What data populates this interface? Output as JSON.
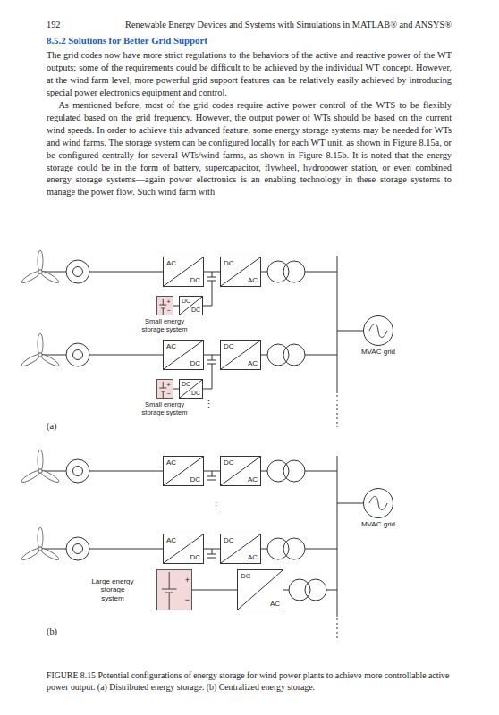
{
  "diagram": {
    "title": "8.5.2 Solutions for Better Grid Support",
    "caption": "FIGURE 8.15 Potential configurations of energy storage for wind power plants to achieve more controllable active power output. (a) Distributed energy storage. (b) Centralized energy storage.",
    "nodes": [
      {
        "text": [
          "AC",
          "DC"
        ]
      },
      {
        "text": [
          "DC",
          "AC"
        ]
      },
      {
        "text": [
          "DC",
          "DC"
        ]
      },
      {
        "text": [
          "+",
          "−",
          "Small energy storage system"
        ]
      },
      {
        "text": [
          "MVAC grid"
        ]
      },
      {
        "text": [
          "AC",
          "DC"
        ]
      },
      {
        "text": [
          "DC",
          "AC"
        ]
      },
      {
        "text": [
          "DC",
          "DC"
        ]
      },
      {
        "text": [
          "+",
          "−",
          "Small energy storage system"
        ]
      },
      {
        "text": [
          "AC",
          "DC"
        ]
      },
      {
        "text": [
          "DC",
          "AC"
        ]
      },
      {
        "text": [
          "MVAC grid"
        ]
      },
      {
        "text": [
          "AC",
          "DC"
        ]
      },
      {
        "text": [
          "DC",
          "AC"
        ]
      },
      {
        "text": [
          "+",
          "−",
          "Large energy storage system"
        ]
      },
      {
        "text": [
          "DC",
          "AC"
        ]
      }
    ],
    "edges": [
      {
        "from": 0,
        "to": 1,
        "arrow": "none"
      },
      {
        "from": 2,
        "to": 3,
        "arrow": "none"
      },
      {
        "from": 5,
        "to": 6,
        "arrow": "none"
      },
      {
        "from": 7,
        "to": 8,
        "arrow": "none"
      },
      {
        "from": 9,
        "to": 10,
        "arrow": "none"
      },
      {
        "from": 12,
        "to": 13,
        "arrow": "none"
      },
      {
        "from": 14,
        "to": 15,
        "arrow": "none"
      }
    ],
    "labels": [
      "192",
      "Renewable Energy Devices and Systems with Simulations in MATLAB® and ANSYS®",
      "The grid codes now have more strict regulations to the behaviors of the active and reactive power of the WT outputs; some of the requirements could be difficult to be achieved by the individual WT concept. However, at the wind farm level, more powerful grid support features can be relatively easily achieved by introducing special power electronics equipment and control.",
      "As mentioned before, most of the grid codes require active power control of the WTS to be flexibly regulated based on the grid frequency. However, the output power of WTs should be based on the current wind speeds. In order to achieve this advanced feature, some energy storage systems may be needed for WTs and wind farms. The storage system can be configured locally for each WT unit, as shown in Figure 8.15a, or be configured centrally for several WTs/wind farms, as shown in Figure 8.15b. It is noted that the energy storage could be in the form of battery, supercapacitor, flywheel, hydropower station, or even combined energy storage systems—again power electronics is an enabling technology in these storage systems to manage the power flow. Such wind farm with",
      "⋮",
      "(a)",
      "⋮",
      "(b)"
    ]
  }
}
